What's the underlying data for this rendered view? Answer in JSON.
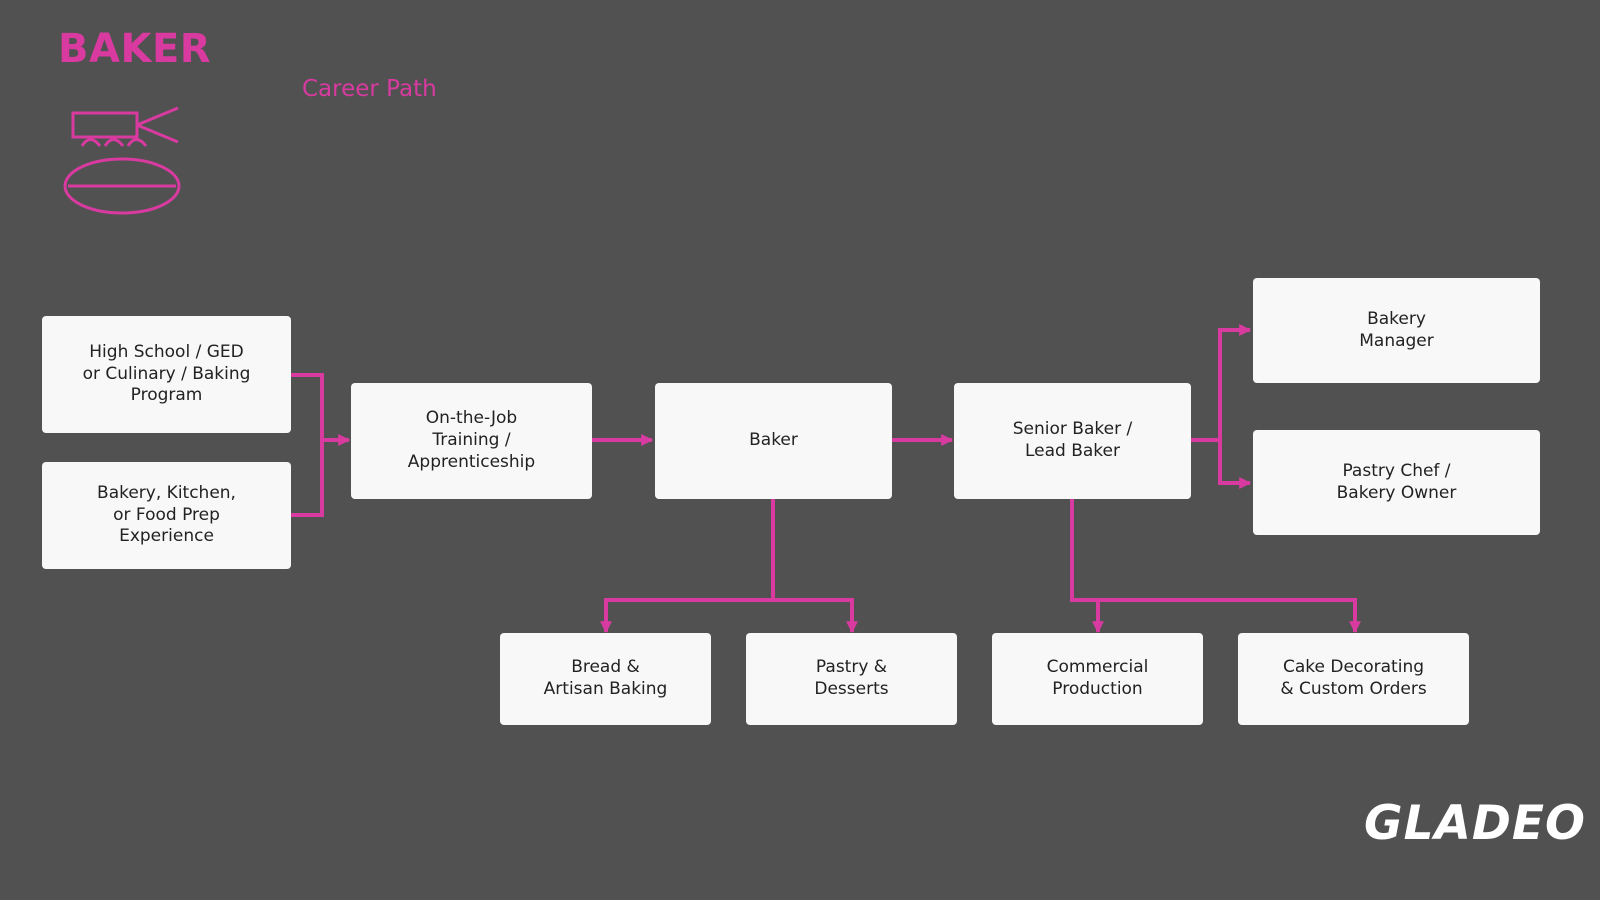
{
  "header": {
    "title": "BAKER",
    "subtitle": "Career Path",
    "icon": "baker-bread-icon"
  },
  "colors": {
    "background": "#515151",
    "accent": "#d83aa0",
    "node_fill": "#f8f8f8",
    "node_text": "#222222"
  },
  "nodes": {
    "education": "High School / GED\nor Culinary / Baking\nProgram",
    "experience": "Bakery, Kitchen,\nor Food Prep\nExperience",
    "training": "On-the-Job\nTraining /\nApprenticeship",
    "baker": "Baker",
    "senior": "Senior Baker /\nLead Baker",
    "manager": "Bakery\nManager",
    "pastry_chef": "Pastry Chef /\nBakery Owner",
    "bread": "Bread &\nArtisan Baking",
    "pastry": "Pastry &\nDesserts",
    "commercial": "Commercial\nProduction",
    "cake": "Cake Decorating\n& Custom Orders"
  },
  "logo": {
    "text": "GLADEO",
    "mark": "superhero-icon"
  }
}
